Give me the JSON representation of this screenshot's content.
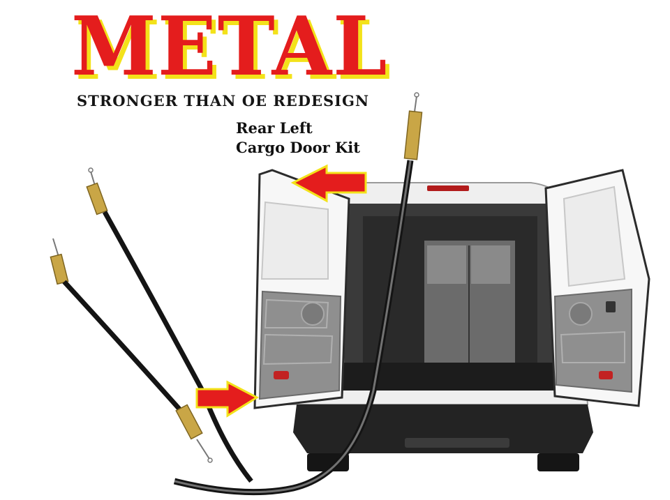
{
  "headline": "METAL",
  "tagline": "STRONGER THAN OE REDESIGN",
  "callout": {
    "line1": "Rear Left",
    "line2": "Cargo Door Kit"
  },
  "colors": {
    "headline_red": "#e41d1d",
    "headline_shadow_yellow": "#f3e21a",
    "arrow_red": "#e41d1d",
    "cable_black": "#141414",
    "fitting_brass": "#c9a646"
  }
}
